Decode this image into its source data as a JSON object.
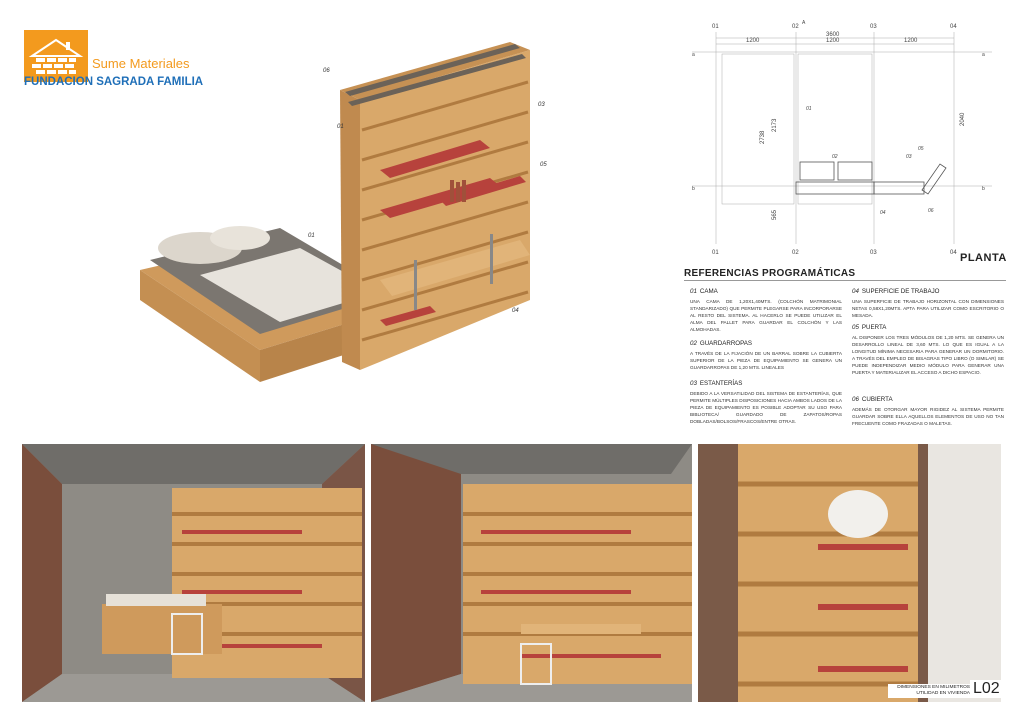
{
  "logo": {
    "name": "Sume Materiales",
    "org": "FUNDACION SAGRADA FAMILIA"
  },
  "hero_callouts": [
    "06",
    "01",
    "01",
    "03",
    "05",
    "04"
  ],
  "plan": {
    "title": "PLANTA",
    "axis_top": [
      "01",
      "02",
      "03",
      "04"
    ],
    "axis_bottom": [
      "01",
      "02",
      "03",
      "04"
    ],
    "dims_top": [
      "1200",
      "1200",
      "1200"
    ],
    "dim_total": "3600",
    "dims_vertical": [
      "2738",
      "2173",
      "565",
      "2040"
    ],
    "callouts": [
      "01",
      "02",
      "03",
      "04",
      "05",
      "06"
    ],
    "section_marks": [
      "a",
      "b",
      "A"
    ]
  },
  "references": {
    "title": "REFERENCIAS PROGRAMÁTICAS",
    "items": [
      {
        "num": "01",
        "title": "CAMA",
        "text": "UNA CAMA DE 1,20X1,40MTS. (COLCHÓN MATRIMONIAL STANDARIZADO) QUE PERMITE PLEGARSE PARA INCORPORARSE AL RESTO DEL SISTEMA. AL HACERLO SE PUEDE UTILIZAR EL ALMA DEL PALLET PARA GUARDAR EL COLCHÓN Y LAS ALMOHADAS."
      },
      {
        "num": "02",
        "title": "GUARDARROPAS",
        "text": "A TRAVÉS DE LA FIJACIÓN DE UN BARRAL SOBRE LA CUBIERTA SUPERIOR DE LA PIEZA DE EQUIPAMIENTO SE GENERA UN GUARDARROPAS DE 1,20 MTS. LINEALES"
      },
      {
        "num": "03",
        "title": "ESTANTERÍAS",
        "text": "DEBIDO A LA VERSATILIDAD DEL SISTEMA DE ESTANTERÍAS, QUE PERMITE MÚLTIPLES DISPOSICIONES HACIA AMBOS LADOS DE LA PIEZA DE EQUIPAMIENTO ES POSIBLE ADOPTAR SU USO PARA BIBLIOTECA/ GUARDADO DE ZAPATOS/ROPAS DOBLADAS/BOLSOS/FRASCOS/ENTRE OTRAS."
      },
      {
        "num": "04",
        "title": "SUPERFICIE DE TRABAJO",
        "text": "UNA SUPERFICIE DE TRABAJO HORIZONTAL CON DIMENSIONES NETAS 0,58X1,20MTS. APTA PARA UTILIZAR COMO ESCRITORIO O MESADA."
      },
      {
        "num": "05",
        "title": "PUERTA",
        "text": "AL DISPONER LOS TRES MÓDULOS DE 1,20 MTS. SE GENERA UN DESARROLLO LINEAL DE 3,60 MTS. LO QUE ES IGUAL A LA LONGITUD MÍNIMA NECESARIA PARA GENERAR UN DORMITORIO. A TRAVÉS DEL EMPLEO DE BISAGRAS TIPO LIBRO (O SIMILAR) SE PUEDE INDEPENDIZAR MEDIO MÓDULO PARA GENERAR UNA PUERTA Y MATERIALIZAR EL ACCESO A DICHO ESPACIO."
      },
      {
        "num": "06",
        "title": "CUBIERTA",
        "text": "ADEMÁS DE OTORGAR MAYOR RIGIDEZ AL SISTEMA PERMITE GUARDAR SOBRE ELLA AQUELLOS ELEMENTOS DE USO NO TAN FRECUENTE COMO FRAZADAS O MALETAS."
      }
    ]
  },
  "footer": {
    "text": "DIMENSIONES EN MILIMETROS UTILIDAD EN VIVIENDA",
    "code": "L02"
  },
  "colors": {
    "brand_orange": "#f39a1e",
    "brand_blue": "#1f6fb8",
    "wood": "#d9a86a",
    "shelf_red": "#b7423c"
  }
}
